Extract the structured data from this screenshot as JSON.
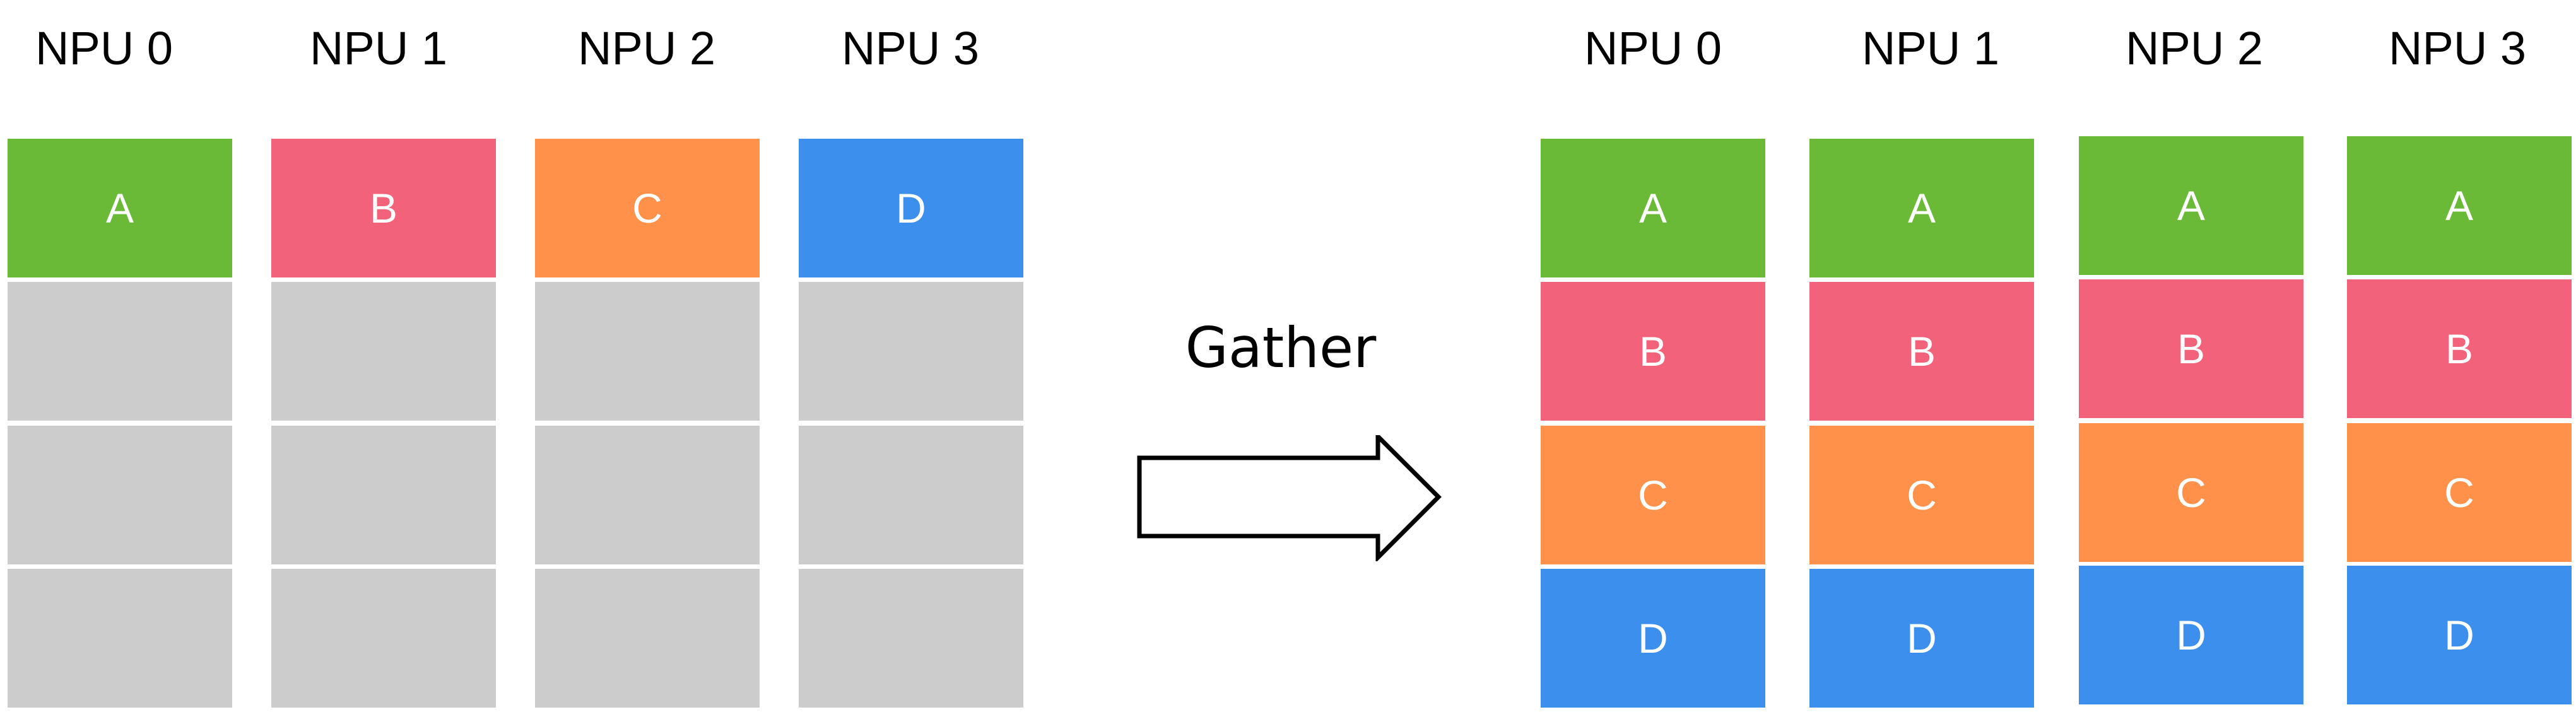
{
  "colors": {
    "A": "#6aba38",
    "B": "#f2627a",
    "C": "#ff914b",
    "D": "#3d8fed",
    "empty": "#cccccc"
  },
  "left": {
    "labels": [
      "NPU 0",
      "NPU 1",
      "NPU 2",
      "NPU 3"
    ],
    "columns": [
      [
        "A",
        "",
        "",
        ""
      ],
      [
        "B",
        "",
        "",
        ""
      ],
      [
        "C",
        "",
        "",
        ""
      ],
      [
        "D",
        "",
        "",
        ""
      ]
    ]
  },
  "operation": {
    "label": "Gather",
    "arrow_icon": "right-arrow-icon"
  },
  "right": {
    "labels": [
      "NPU 0",
      "NPU 1",
      "NPU 2",
      "NPU 3"
    ],
    "columns": [
      [
        "A",
        "B",
        "C",
        "D"
      ],
      [
        "A",
        "B",
        "C",
        "D"
      ],
      [
        "A",
        "B",
        "C",
        "D"
      ],
      [
        "A",
        "B",
        "C",
        "D"
      ]
    ]
  }
}
